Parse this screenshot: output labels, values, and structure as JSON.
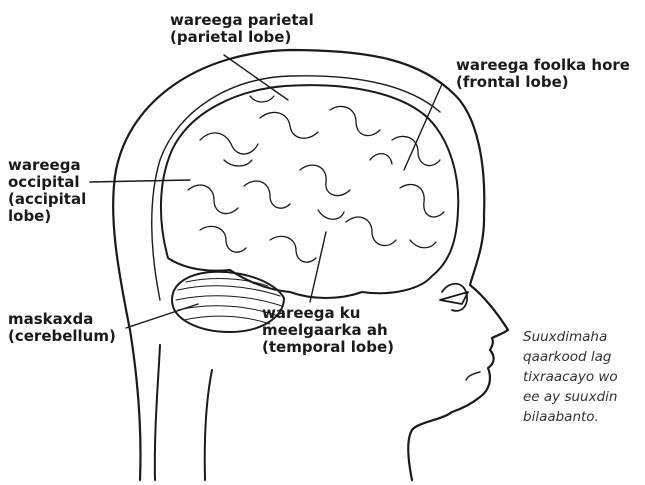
{
  "labels": {
    "parietal": {
      "line1": "wareega parietal",
      "line2": "(parietal lobe)"
    },
    "frontal": {
      "line1": "wareega foolka hore",
      "line2": "(frontal lobe)"
    },
    "occipital": {
      "line1": "wareega",
      "line2": "occipital",
      "line3": "(accipital",
      "line4": "lobe)"
    },
    "cerebellum": {
      "line1": "maskaxda",
      "line2": "(cerebellum)"
    },
    "temporal": {
      "line1": "wareega ku",
      "line2": "meelgaarka ah",
      "line3": "(temporal lobe)"
    }
  },
  "caption": {
    "line1": "Suuxdimaha",
    "line2": "qaarkood lag",
    "line3": "tixraacayo wo",
    "line4": "ee ay suuxdin",
    "line5": "bilaabanto."
  },
  "colors": {
    "ink": "#1a1a1a",
    "caption": "#333333",
    "background": "#ffffff"
  }
}
